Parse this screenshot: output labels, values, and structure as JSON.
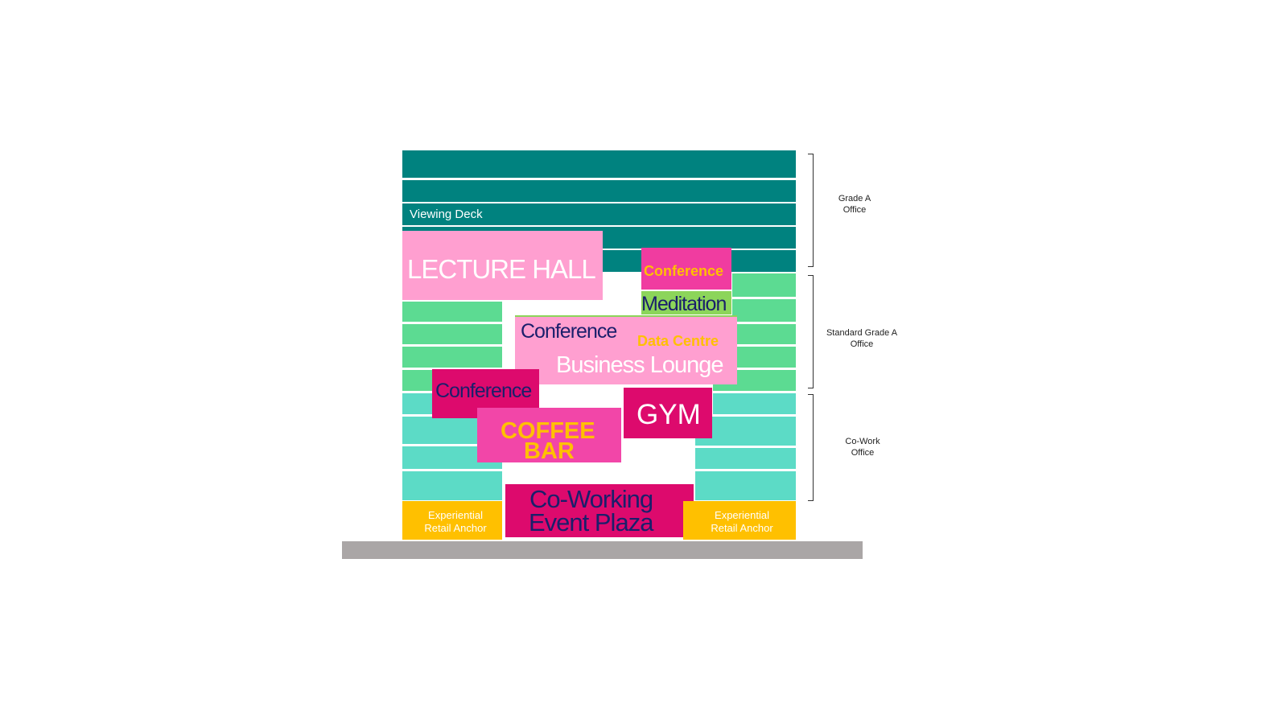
{
  "colors": {
    "teal": "#00827f",
    "green": "#5cdb92",
    "cyan": "#5cdbc6",
    "pink_light": "#ff9fd0",
    "magenta": "#dd0a6d",
    "pink_mid": "#f246a8",
    "yellow": "#ffc000",
    "lime": "#8cd55a",
    "navy": "#1a1f6b",
    "ground": "#aaa6a6"
  },
  "labels": {
    "viewing_deck": "Viewing Deck",
    "lecture_hall": "LECTURE HALL",
    "conference_top": "Conference",
    "meditation": "Meditation",
    "conference_mid": "Conference",
    "data_centre": "Data Centre",
    "business_lounge": "Business Lounge",
    "conference_low": "Conference",
    "gym": "GYM",
    "coffee_bar_1": "COFFEE",
    "coffee_bar_2": "BAR",
    "coworking_1": "Co-Working",
    "coworking_2": "Event Plaza",
    "retail_left_1": "Experiential",
    "retail_left_2": "Retail Anchor",
    "retail_right_1": "Experiential",
    "retail_right_2": "Retail Anchor"
  },
  "zones": {
    "grade_a_1": "Grade A",
    "grade_a_2": "Office",
    "standard_1": "Standard Grade A",
    "standard_2": "Office",
    "cowork_1": "Co-Work",
    "cowork_2": "Office"
  }
}
